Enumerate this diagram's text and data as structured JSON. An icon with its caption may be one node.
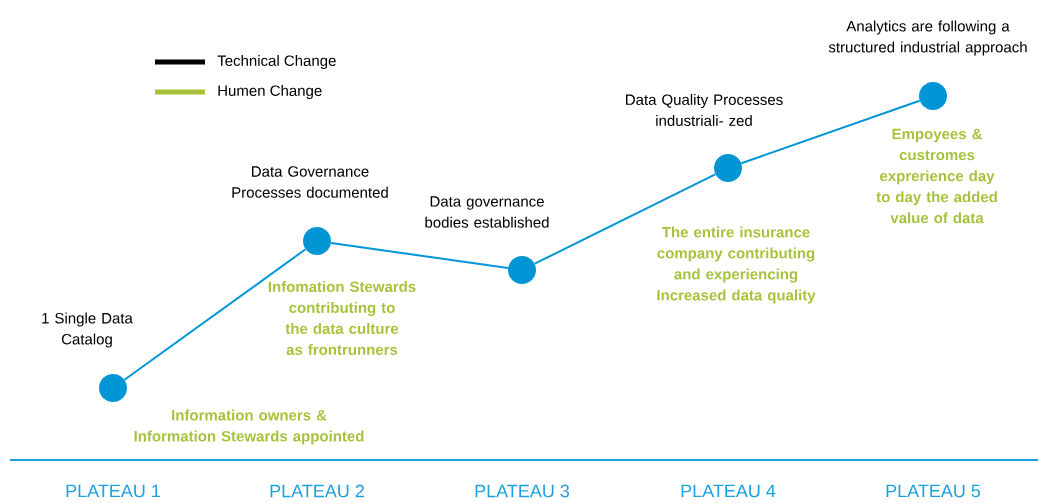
{
  "diagram": {
    "nodes": [
      {
        "text": [],
        "shape": "circle",
        "beside": [
          "1 Single Data Catalog",
          "Information owners & Information Stewards appointed"
        ]
      },
      {
        "text": [],
        "shape": "circle",
        "beside": [
          "Data Governance Processes documented",
          "Infomation Stewards contributing to the data culture as frontrunners"
        ]
      },
      {
        "text": [],
        "shape": "circle",
        "beside": [
          "Data governance bodies established"
        ]
      },
      {
        "text": [],
        "shape": "circle",
        "beside": [
          "Data Quality Processes industriali- zed",
          "The entire insurance company contributing and experiencing Increased data quality"
        ]
      },
      {
        "text": [],
        "shape": "circle",
        "beside": [
          "Analytics are following a structured industrial approach",
          "Empoyees & custromes exprerience day to day the added value of data"
        ]
      }
    ],
    "edges": [
      {
        "from": 0,
        "to": 1,
        "arrow": "none"
      },
      {
        "from": 1,
        "to": 2,
        "arrow": "none"
      },
      {
        "from": 2,
        "to": 3,
        "arrow": "none"
      },
      {
        "from": 3,
        "to": 4,
        "arrow": "none"
      }
    ],
    "labels": [
      "PLATEAU 1",
      "PLATEAU 2",
      "PLATEAU 3",
      "PLATEAU 4",
      "PLATEAU 5"
    ],
    "legend": [
      {
        "text": "Technical Change",
        "color": "#000000"
      },
      {
        "text": "Humen Change",
        "color": "#a5c23a"
      }
    ]
  }
}
